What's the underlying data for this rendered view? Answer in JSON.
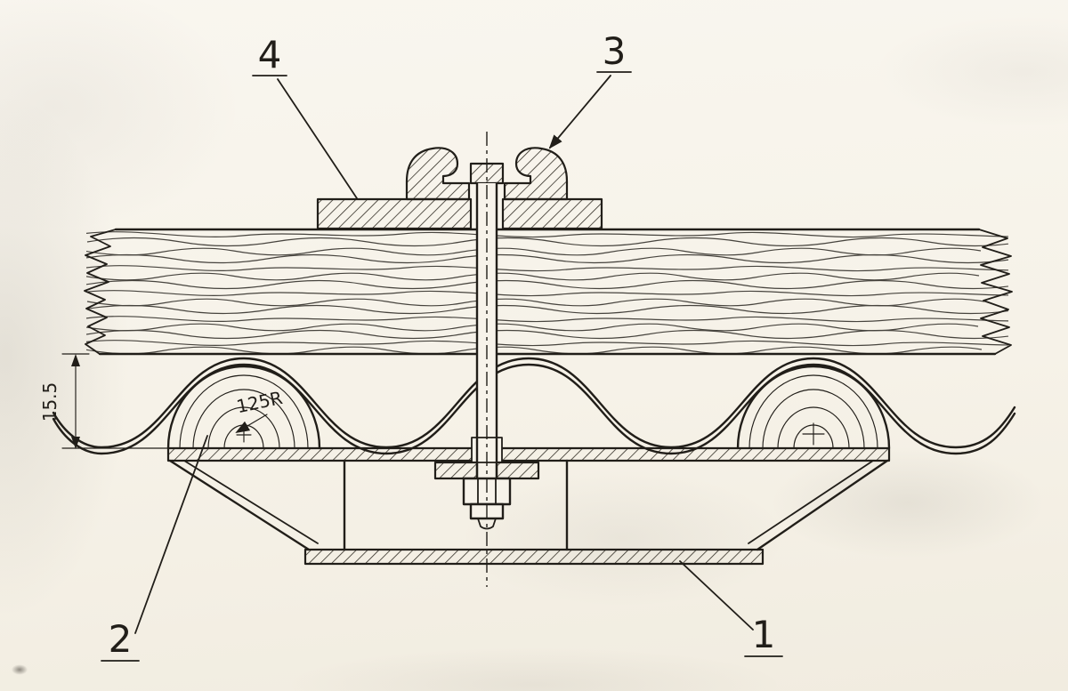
{
  "colors": {
    "ink": "#211e19",
    "paper": "#f7f3ea"
  },
  "drawing": {
    "labels": {
      "part1": "1",
      "part2": "2",
      "part3": "3",
      "part4": "4"
    },
    "dimension_height": "15.5",
    "radius_note": "125R"
  }
}
